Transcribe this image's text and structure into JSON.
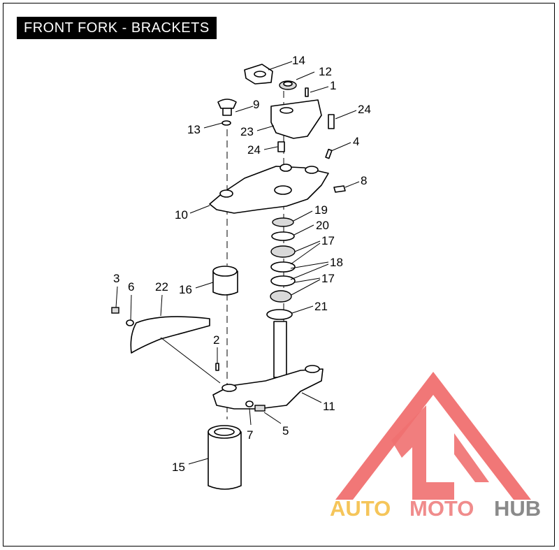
{
  "title": "FRONT FORK - BRACKETS",
  "callouts": {
    "c1": "1",
    "c2": "2",
    "c3": "3",
    "c4": "4",
    "c5": "5",
    "c6": "6",
    "c7": "7",
    "c8": "8",
    "c9": "9",
    "c10": "10",
    "c11": "11",
    "c12": "12",
    "c13": "13",
    "c14": "14",
    "c15": "15",
    "c16": "16",
    "c17a": "17",
    "c17b": "17",
    "c18": "18",
    "c19": "19",
    "c20": "20",
    "c21": "21",
    "c22": "22",
    "c23": "23",
    "c24a": "24",
    "c24b": "24"
  },
  "watermark": {
    "auto": "AUTO",
    "moto": "MOTO",
    "hub": "HUB",
    "colors": {
      "auto": "#f5c55a",
      "moto": "#f08c8c",
      "hub": "#8a8a8a",
      "logo": "#f07070"
    }
  }
}
